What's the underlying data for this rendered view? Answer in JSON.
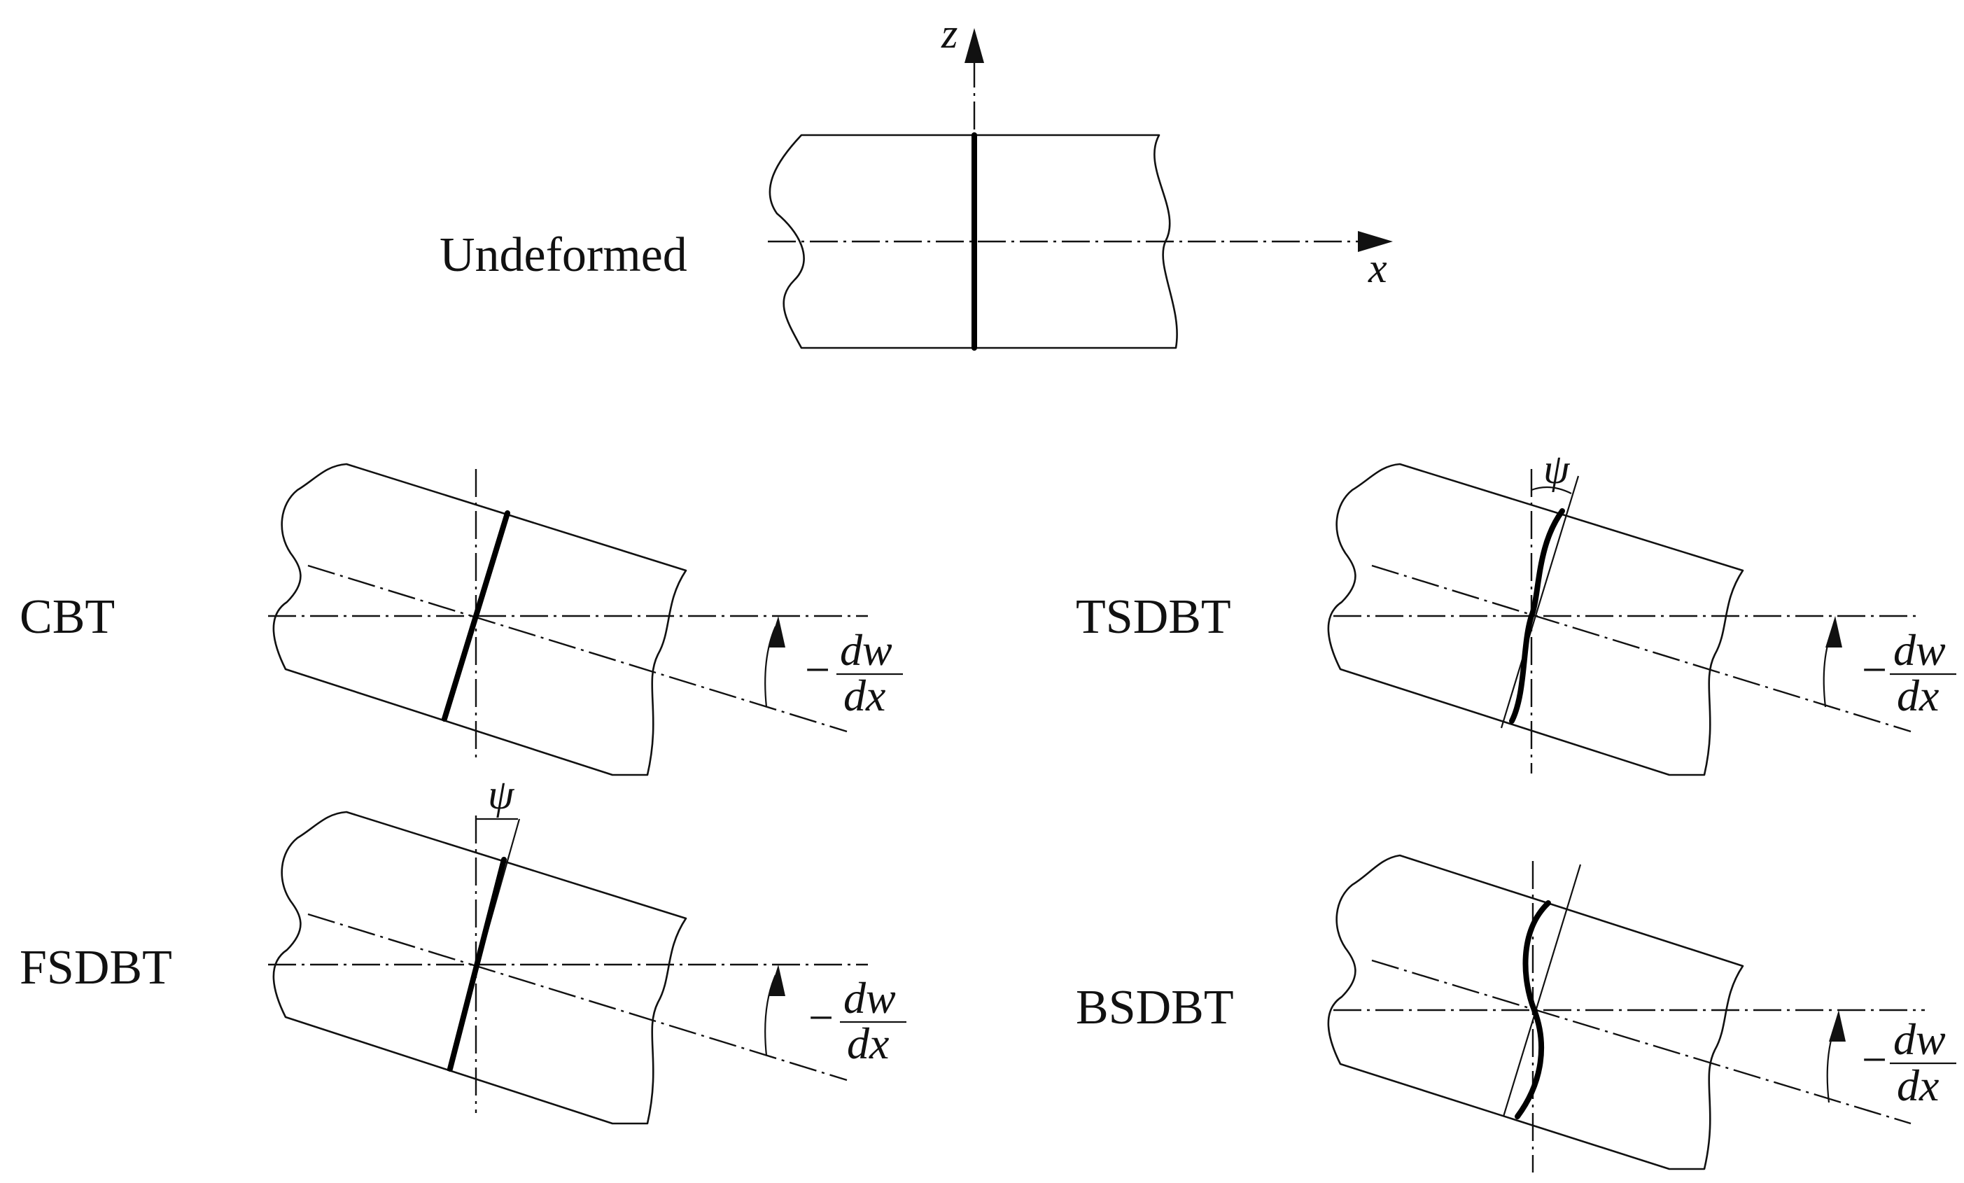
{
  "figure": {
    "undeformed": {
      "label": "Undeformed",
      "x_axis": "x",
      "z_axis": "z"
    },
    "panels": [
      {
        "id": "cbt",
        "label": "CBT",
        "rotation_minus": "−",
        "rotation_num": "dw",
        "rotation_den": "dx"
      },
      {
        "id": "tsdbt",
        "label": "TSDBT",
        "rotation_minus": "−",
        "rotation_num": "dw",
        "rotation_den": "dx",
        "shear_angle": "ψ"
      },
      {
        "id": "fsdbt",
        "label": "FSDBT",
        "rotation_minus": "−",
        "rotation_num": "dw",
        "rotation_den": "dx",
        "shear_angle": "ψ"
      },
      {
        "id": "bsdbt",
        "label": "BSDBT",
        "rotation_minus": "−",
        "rotation_num": "dw",
        "rotation_den": "dx"
      }
    ]
  }
}
